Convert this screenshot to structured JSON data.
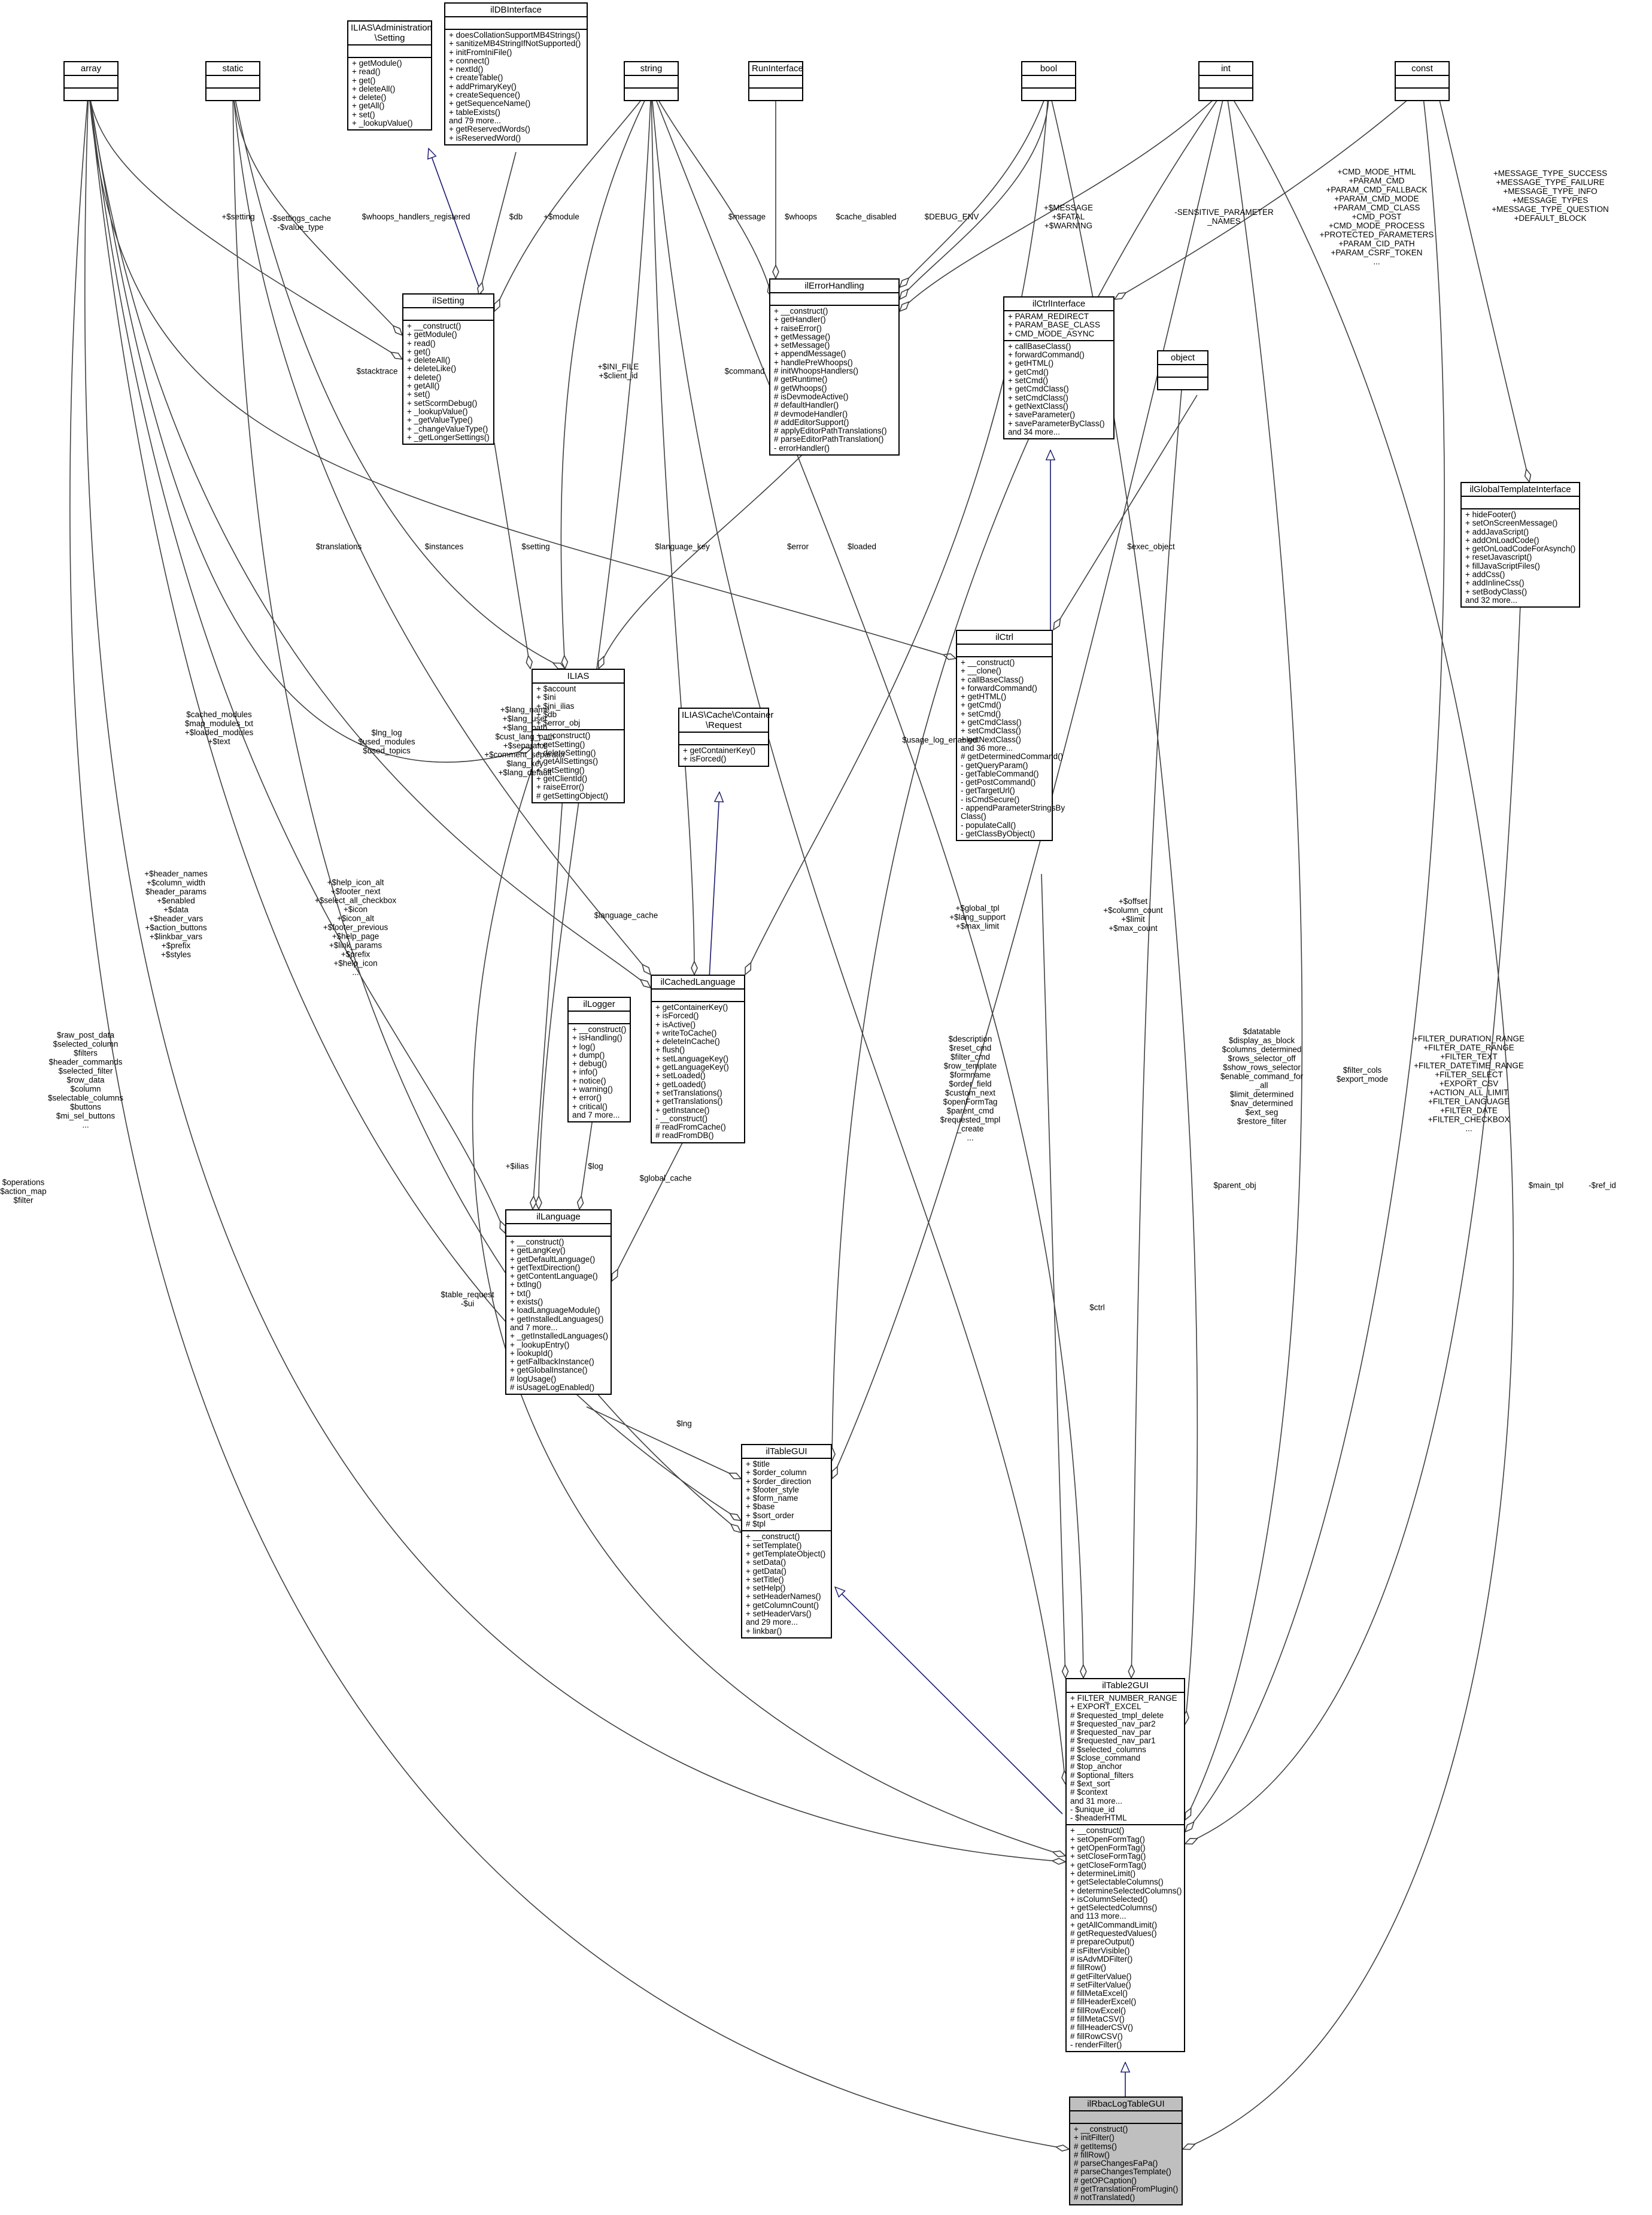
{
  "nodes": [
    {
      "id": "array",
      "title": "array",
      "attrs": [],
      "methods": []
    },
    {
      "id": "static",
      "title": "static",
      "attrs": [],
      "methods": []
    },
    {
      "id": "admin_setting",
      "title": "ILIAS\\Administration\n\\Setting",
      "attrs": [],
      "methods": [
        "+ getModule()",
        "+ read()",
        "+ get()",
        "+ deleteAll()",
        "+ delete()",
        "+ getAll()",
        "+ set()",
        "+ _lookupValue()"
      ]
    },
    {
      "id": "dbinterface",
      "title": "ilDBInterface",
      "attrs": [],
      "methods": [
        "+ doesCollationSupportMB4Strings()",
        "+ sanitizeMB4StringIfNotSupported()",
        "+ initFromIniFile()",
        "+ connect()",
        "+ nextId()",
        "+ createTable()",
        "+ addPrimaryKey()",
        "+ createSequence()",
        "+ getSequenceName()",
        "+ tableExists()",
        "and 79 more...",
        "+ getReservedWords()",
        "+ isReservedWord()"
      ]
    },
    {
      "id": "string",
      "title": "string",
      "attrs": [],
      "methods": []
    },
    {
      "id": "runinterface",
      "title": "RunInterface",
      "attrs": [],
      "methods": []
    },
    {
      "id": "bool",
      "title": "bool",
      "attrs": [],
      "methods": []
    },
    {
      "id": "int",
      "title": "int",
      "attrs": [],
      "methods": []
    },
    {
      "id": "const",
      "title": "const",
      "attrs": [],
      "methods": []
    },
    {
      "id": "ilsetting",
      "title": "ilSetting",
      "attrs": [],
      "methods": [
        "+ __construct()",
        "+ getModule()",
        "+ read()",
        "+ get()",
        "+ deleteAll()",
        "+ deleteLike()",
        "+ delete()",
        "+ getAll()",
        "+ set()",
        "+ setScormDebug()",
        "+ _lookupValue()",
        "+ _getValueType()",
        "+ _changeValueType()",
        "+ _getLongerSettings()"
      ]
    },
    {
      "id": "errorhandling",
      "title": "ilErrorHandling",
      "attrs": [],
      "methods": [
        "+ __construct()",
        "+ getHandler()",
        "+ raiseError()",
        "+ getMessage()",
        "+ setMessage()",
        "+ appendMessage()",
        "+ handlePreWhoops()",
        "# initWhoopsHandlers()",
        "# getRuntime()",
        "# getWhoops()",
        "# isDevmodeActive()",
        "# defaultHandler()",
        "# devmodeHandler()",
        "# addEditorSupport()",
        "# applyEditorPathTranslations()",
        "# parseEditorPathTranslation()",
        "- errorHandler()"
      ]
    },
    {
      "id": "ctrlinterface",
      "title": "ilCtrlInterface",
      "attrs": [
        "+ PARAM_REDIRECT",
        "+ PARAM_BASE_CLASS",
        "+ CMD_MODE_ASYNC"
      ],
      "methods": [
        "+ callBaseClass()",
        "+ forwardCommand()",
        "+ getHTML()",
        "+ getCmd()",
        "+ setCmd()",
        "+ getCmdClass()",
        "+ setCmdClass()",
        "+ getNextClass()",
        "+ saveParameter()",
        "+ saveParameterByClass()",
        "and 34 more..."
      ]
    },
    {
      "id": "object",
      "title": "object",
      "attrs": [],
      "methods": []
    },
    {
      "id": "globaltemplate",
      "title": "ilGlobalTemplateInterface",
      "attrs": [],
      "methods": [
        "+ hideFooter()",
        "+ setOnScreenMessage()",
        "+ addJavaScript()",
        "+ addOnLoadCode()",
        "+ getOnLoadCodeForAsynch()",
        "+ resetJavascript()",
        "+ fillJavaScriptFiles()",
        "+ addCss()",
        "+ addInlineCss()",
        "+ setBodyClass()",
        "and 32 more..."
      ]
    },
    {
      "id": "ilias",
      "title": "ILIAS",
      "attrs": [
        "+ $account",
        "+ $ini",
        "+ $ini_ilias",
        "+ $db",
        "+ $error_obj"
      ],
      "methods": [
        "+ __construct()",
        "+ getSetting()",
        "+ deleteSetting()",
        "+ getAllSettings()",
        "+ setSetting()",
        "+ getClientId()",
        "+ raiseError()",
        "# getSettingObject()"
      ]
    },
    {
      "id": "cacherequest",
      "title": "ILIAS\\Cache\\Container\n\\Request",
      "attrs": [],
      "methods": [
        "+ getContainerKey()",
        "+ isForced()"
      ]
    },
    {
      "id": "ilctrl",
      "title": "ilCtrl",
      "attrs": [],
      "methods": [
        "+ __construct()",
        "+ __clone()",
        "+ callBaseClass()",
        "+ forwardCommand()",
        "+ getHTML()",
        "+ getCmd()",
        "+ setCmd()",
        "+ getCmdClass()",
        "+ setCmdClass()",
        "+ getNextClass()",
        "and 36 more...",
        "# getDeterminedCommand()",
        "- getQueryParam()",
        "- getTableCommand()",
        "- getPostCommand()",
        "- getTargetUrl()",
        "- isCmdSecure()",
        "- appendParameterStringsBy\nClass()",
        "- populateCall()",
        "- getClassByObject()"
      ]
    },
    {
      "id": "logger",
      "title": "ilLogger",
      "attrs": [],
      "methods": [
        "+ __construct()",
        "+ isHandling()",
        "+ log()",
        "+ dump()",
        "+ debug()",
        "+ info()",
        "+ notice()",
        "+ warning()",
        "+ error()",
        "+ critical()",
        "and 7 more..."
      ]
    },
    {
      "id": "cachedlanguage",
      "title": "ilCachedLanguage",
      "attrs": [],
      "methods": [
        "+ getContainerKey()",
        "+ isForced()",
        "+ isActive()",
        "+ writeToCache()",
        "+ deleteInCache()",
        "+ flush()",
        "+ setLanguageKey()",
        "+ getLanguageKey()",
        "+ setLoaded()",
        "+ getLoaded()",
        "+ setTranslations()",
        "+ getTranslations()",
        "+ getInstance()",
        "- __construct()",
        "# readFromCache()",
        "# readFromDB()"
      ]
    },
    {
      "id": "language",
      "title": "ilLanguage",
      "attrs": [],
      "methods": [
        "+ __construct()",
        "+ getLangKey()",
        "+ getDefaultLanguage()",
        "+ getTextDirection()",
        "+ getContentLanguage()",
        "+ txtlng()",
        "+ txt()",
        "+ exists()",
        "+ loadLanguageModule()",
        "+ getInstalledLanguages()",
        "and 7 more...",
        "+ _getInstalledLanguages()",
        "+ _lookupEntry()",
        "+ lookupId()",
        "+ getFallbackInstance()",
        "+ getGlobalInstance()",
        "# logUsage()",
        "# isUsageLogEnabled()"
      ]
    },
    {
      "id": "tablegui",
      "title": "ilTableGUI",
      "attrs": [
        "+ $title",
        "+ $order_column",
        "+ $order_direction",
        "+ $footer_style",
        "+ $form_name",
        "+ $base",
        "+ $sort_order",
        "# $tpl"
      ],
      "methods": [
        "+ __construct()",
        "+ setTemplate()",
        "+ getTemplateObject()",
        "+ setData()",
        "+ getData()",
        "+ setTitle()",
        "+ setHelp()",
        "+ setHeaderNames()",
        "+ getColumnCount()",
        "+ setHeaderVars()",
        "and 29 more...",
        "+ linkbar()"
      ]
    },
    {
      "id": "table2gui",
      "title": "ilTable2GUI",
      "attrs": [
        "+ FILTER_NUMBER_RANGE",
        "+ EXPORT_EXCEL",
        "# $requested_tmpl_delete",
        "# $requested_nav_par2",
        "# $requested_nav_par",
        "# $requested_nav_par1",
        "# $selected_columns",
        "# $close_command",
        "# $top_anchor",
        "# $optional_filters",
        "# $ext_sort",
        "# $context",
        "and 31 more...",
        "- $unique_id",
        "- $headerHTML"
      ],
      "methods": [
        "+ __construct()",
        "+ setOpenFormTag()",
        "+ getOpenFormTag()",
        "+ setCloseFormTag()",
        "+ getCloseFormTag()",
        "+ determineLimit()",
        "+ getSelectableColumns()",
        "+ determineSelectedColumns()",
        "+ isColumnSelected()",
        "+ getSelectedColumns()",
        "and 113 more...",
        "+ getAllCommandLimit()",
        "# getRequestedValues()",
        "# prepareOutput()",
        "# isFilterVisible()",
        "# isAdvMDFilter()",
        "# fillRow()",
        "# getFilterValue()",
        "# setFilterValue()",
        "# fillMetaExcel()",
        "# fillHeaderExcel()",
        "# fillRowExcel()",
        "# fillMetaCSV()",
        "# fillHeaderCSV()",
        "# fillRowCSV()",
        "- renderFilter()"
      ]
    },
    {
      "id": "rbaclog",
      "title": "ilRbacLogTableGUI",
      "attrs": [],
      "methods": [
        "+ __construct()",
        "+ initFilter()",
        "# getItems()",
        "# fillRow()",
        "# parseChangesFaPa()",
        "# parseChangesTemplate()",
        "# getOPCaption()",
        "# getTranslationFromPlugin()",
        "# notTranslated()"
      ]
    }
  ],
  "edge_labels": [
    "+$setting",
    "-$settings_cache\n-$value_type",
    "$whoops_handlers_registered",
    "$db",
    "+$module",
    "$message",
    "$whoops",
    "$cache_disabled",
    "$DEBUG_ENV",
    "+$MESSAGE\n+$FATAL\n+$WARNING",
    "-SENSITIVE_PARAMETER\n_NAMES",
    "+CMD_MODE_HTML\n+PARAM_CMD\n+PARAM_CMD_FALLBACK\n+PARAM_CMD_MODE\n+PARAM_CMD_CLASS\n+CMD_POST\n+CMD_MODE_PROCESS\n+PROTECTED_PARAMETERS\n+PARAM_CID_PATH\n+PARAM_CSRF_TOKEN\n...",
    "+MESSAGE_TYPE_SUCCESS\n+MESSAGE_TYPE_FAILURE\n+MESSAGE_TYPE_INFO\n+MESSAGE_TYPES\n+MESSAGE_TYPE_QUESTION\n+DEFAULT_BLOCK",
    "$stacktrace",
    "+$INI_FILE\n+$client_id",
    "$command",
    "$translations",
    "$instances",
    "$setting",
    "$language_key",
    "$error",
    "$loaded",
    "$exec_object",
    "$cached_modules\n$map_modules_txt\n+$loaded_modules\n+$text",
    "$lng_log\n$used_modules\n$used_topics",
    "+$lang_name\n+$lang_user\n+$lang_path\n$cust_lang_path\n+$separator\n+$comment_separator\n$lang_key\n+$lang_default",
    "$usage_log_enabled",
    "+$header_names\n+$column_width\n$header_params\n+$enabled\n+$data\n+$header_vars\n+$action_buttons\n+$linkbar_vars\n+$prefix\n+$styles",
    "+$help_icon_alt\n+$footer_next\n+$select_all_checkbox\n+$icon\n+$icon_alt\n+$footer_previous\n+$help_page\n+$link_params\n+$prefix\n+$help_icon\n...",
    "$language_cache",
    "+$global_tpl\n+$lang_support\n+$max_limit",
    "+$offset\n+$column_count\n+$limit\n+$max_count",
    "$raw_post_data\n$selected_column\n$filters\n$header_commands\n$selected_filter\n$row_data\n$column\n$selectable_columns\n$buttons\n$mi_sel_buttons\n...",
    "+$ilias",
    "$log",
    "$global_cache",
    "$description\n$reset_cmd\n$filter_cmd\n$row_template\n$formname\n$order_field\n$custom_next\n$openFormTag\n$parent_cmd\n$requested_tmpl\n_create\n...",
    "$datatable\n$display_as_block\n$columns_determined\n$rows_selector_off\n$show_rows_selector\n$enable_command_for\n_all\n$limit_determined\n$nav_determined\n$ext_seg\n$restore_filter",
    "+FILTER_DURATION_RANGE\n+FILTER_DATE_RANGE\n+FILTER_TEXT\n+FILTER_DATETIME_RANGE\n+FILTER_SELECT\n+EXPORT_CSV\n+ACTION_ALL_LIMIT\n+FILTER_LANGUAGE\n+FILTER_DATE\n+FILTER_CHECKBOX\n...",
    "$filter_cols\n$export_mode",
    "$operations\n$action_map\n$filter",
    "$parent_obj",
    "$main_tpl",
    "-$ref_id",
    "$table_request\n-$ui",
    "$lng",
    "$ctrl"
  ]
}
